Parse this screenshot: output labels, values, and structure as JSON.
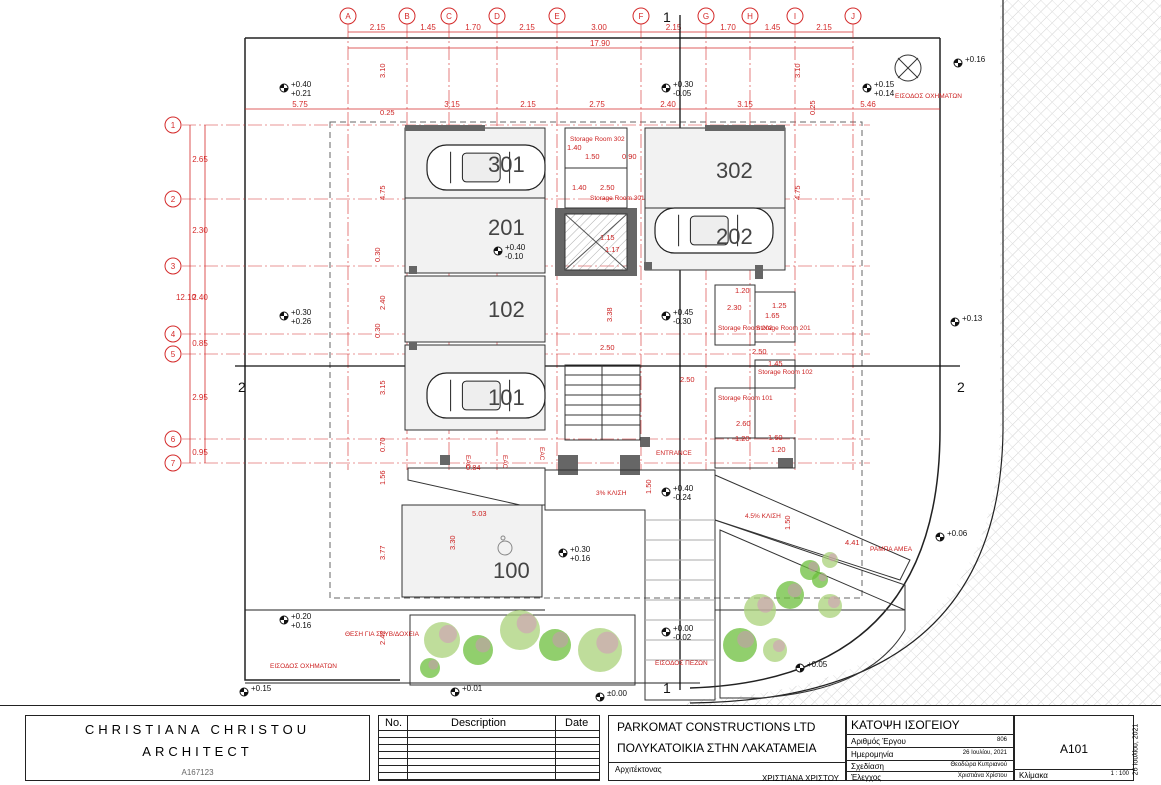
{
  "grid": {
    "columns": [
      "A",
      "B",
      "C",
      "D",
      "E",
      "F",
      "G",
      "H",
      "I",
      "J"
    ],
    "rows": [
      "1",
      "2",
      "3",
      "4",
      "5",
      "6",
      "7"
    ],
    "top_dims": [
      "2.15",
      "1.45",
      "1.70",
      "2.15",
      "3.00",
      "2.15",
      "1.70",
      "1.45",
      "2.15"
    ],
    "top_total": "17.90",
    "left_dims": [
      "2.65",
      "2.30",
      "2.40",
      "0.85",
      "2.95",
      "0.95"
    ],
    "left_total": "12.10",
    "row_dims": [
      "5.75",
      "3.15",
      "2.15",
      "2.75",
      "2.40",
      "3.15",
      "5.46"
    ],
    "section_1": "1",
    "section_2": "2"
  },
  "parking": {
    "spaces": [
      "301",
      "201",
      "102",
      "101",
      "302",
      "202",
      "100"
    ]
  },
  "levels": [
    {
      "a": "+0.40",
      "b": "+0.21"
    },
    {
      "a": "+0.30",
      "b": "-0.05"
    },
    {
      "a": "+0.15",
      "b": "+0.14"
    },
    {
      "a": "+0.16",
      "b": ""
    },
    {
      "a": "+0.40",
      "b": "-0.10"
    },
    {
      "a": "+0.30",
      "b": "+0.26"
    },
    {
      "a": "+0.45",
      "b": "-0.30"
    },
    {
      "a": "+0.13",
      "b": ""
    },
    {
      "a": "+0.40",
      "b": "-0.24"
    },
    {
      "a": "+0.30",
      "b": "+0.16"
    },
    {
      "a": "+0.06",
      "b": ""
    },
    {
      "a": "+0.20",
      "b": "+0.16"
    },
    {
      "a": "+0.00",
      "b": "-0.02"
    },
    {
      "a": "+0.05",
      "b": ""
    },
    {
      "a": "+0.15",
      "b": ""
    },
    {
      "a": "+0.01",
      "b": ""
    },
    {
      "a": "±0.00",
      "b": ""
    }
  ],
  "labels": {
    "storage_302": "Storage Room 302",
    "storage_301": "Storage Room 301",
    "storage_202": "Storage Room 202",
    "storage_201": "Storage Room 201",
    "storage_102": "Storage Room 102",
    "storage_101": "Storage Room 101",
    "entrance": "ENTRANCE",
    "slope_3": "3% ΚΛΙΣΗ",
    "slope_45": "4.5% ΚΛΙΣΗ",
    "ramp": "ΡΑΜΠΑ ΑΜΕΑ",
    "vehicle_entrance_top": "ΕΙΣΟΔΟΣ ΟΧΗΜΑΤΩΝ",
    "vehicle_entrance_bottom": "ΕΙΣΟΔΟΣ ΟΧΗΜΑΤΩΝ",
    "pedestrian_entrance": "ΕΙΣΟΔΟΣ ΠΕΖΩΝ",
    "bins": "ΘΕΣΗ ΓΙΑ ΣΚΥΒ/ΔΟΧΕΙΑ",
    "eac": "ΕΑC"
  },
  "inner_dims": [
    "0.25",
    "1.40",
    "1.50",
    "0.90",
    "1.40",
    "2.50",
    "3.10",
    "4.75",
    "0.30",
    "2.40",
    "0.30",
    "3.15",
    "0.70",
    "1.56",
    "3.77",
    "5.03",
    "3.30",
    "3.38",
    "2.50",
    "2.50",
    "1.50",
    "0.84",
    "1.20",
    "2.30",
    "1.25",
    "1.65",
    "2.50",
    "1.45",
    "2.60",
    "1.20",
    "1.60",
    "1.20",
    "1.50",
    "4.41",
    "2.42",
    "0.25",
    "3.10",
    "4.75",
    "1.15",
    "1.17"
  ],
  "title_block": {
    "architect_name": "CHRISTIANA CHRISTOU",
    "architect_title": "ARCHITECT",
    "registration": "A167123",
    "rev_headers": {
      "no": "No.",
      "description": "Description",
      "date": "Date"
    },
    "client": "PARKOMAT CONSTRUCTIONS LTD",
    "project": "ΠΟΛΥΚΑΤΟΙΚΙΑ ΣΤΗΝ ΛΑΚΑΤΑΜΕΙΑ",
    "architect_label": "Αρχιτέκτονας",
    "architect_value": "ΧΡΙΣΤΙΑΝΑ ΧΡΙΣΤΟΥ",
    "sheet_title": "ΚΑΤΟΨΗ ΙΣΟΓΕΙΟΥ",
    "project_no_label": "Αριθμός Έργου",
    "project_no": "806",
    "date_label": "Ημερομηνία",
    "date": "26 Ιουλίου, 2021",
    "drawn_label": "Σχεδίαση",
    "drawn": "Θεοδώρα Κυπριανού",
    "checked_label": "Έλεγχος",
    "checked": "Χριστιάνα Χρίστου",
    "scale_label": "Κλίμακα",
    "scale": "1 : 100",
    "sheet_no": "A101",
    "side_date": "26 Ιουλίου, 2021"
  },
  "colors": {
    "grid_red": "#d42a2a",
    "wall": "#555555",
    "line": "#222222",
    "tree_green": "#6cbf3c",
    "tree_pink": "#d88ac0"
  }
}
